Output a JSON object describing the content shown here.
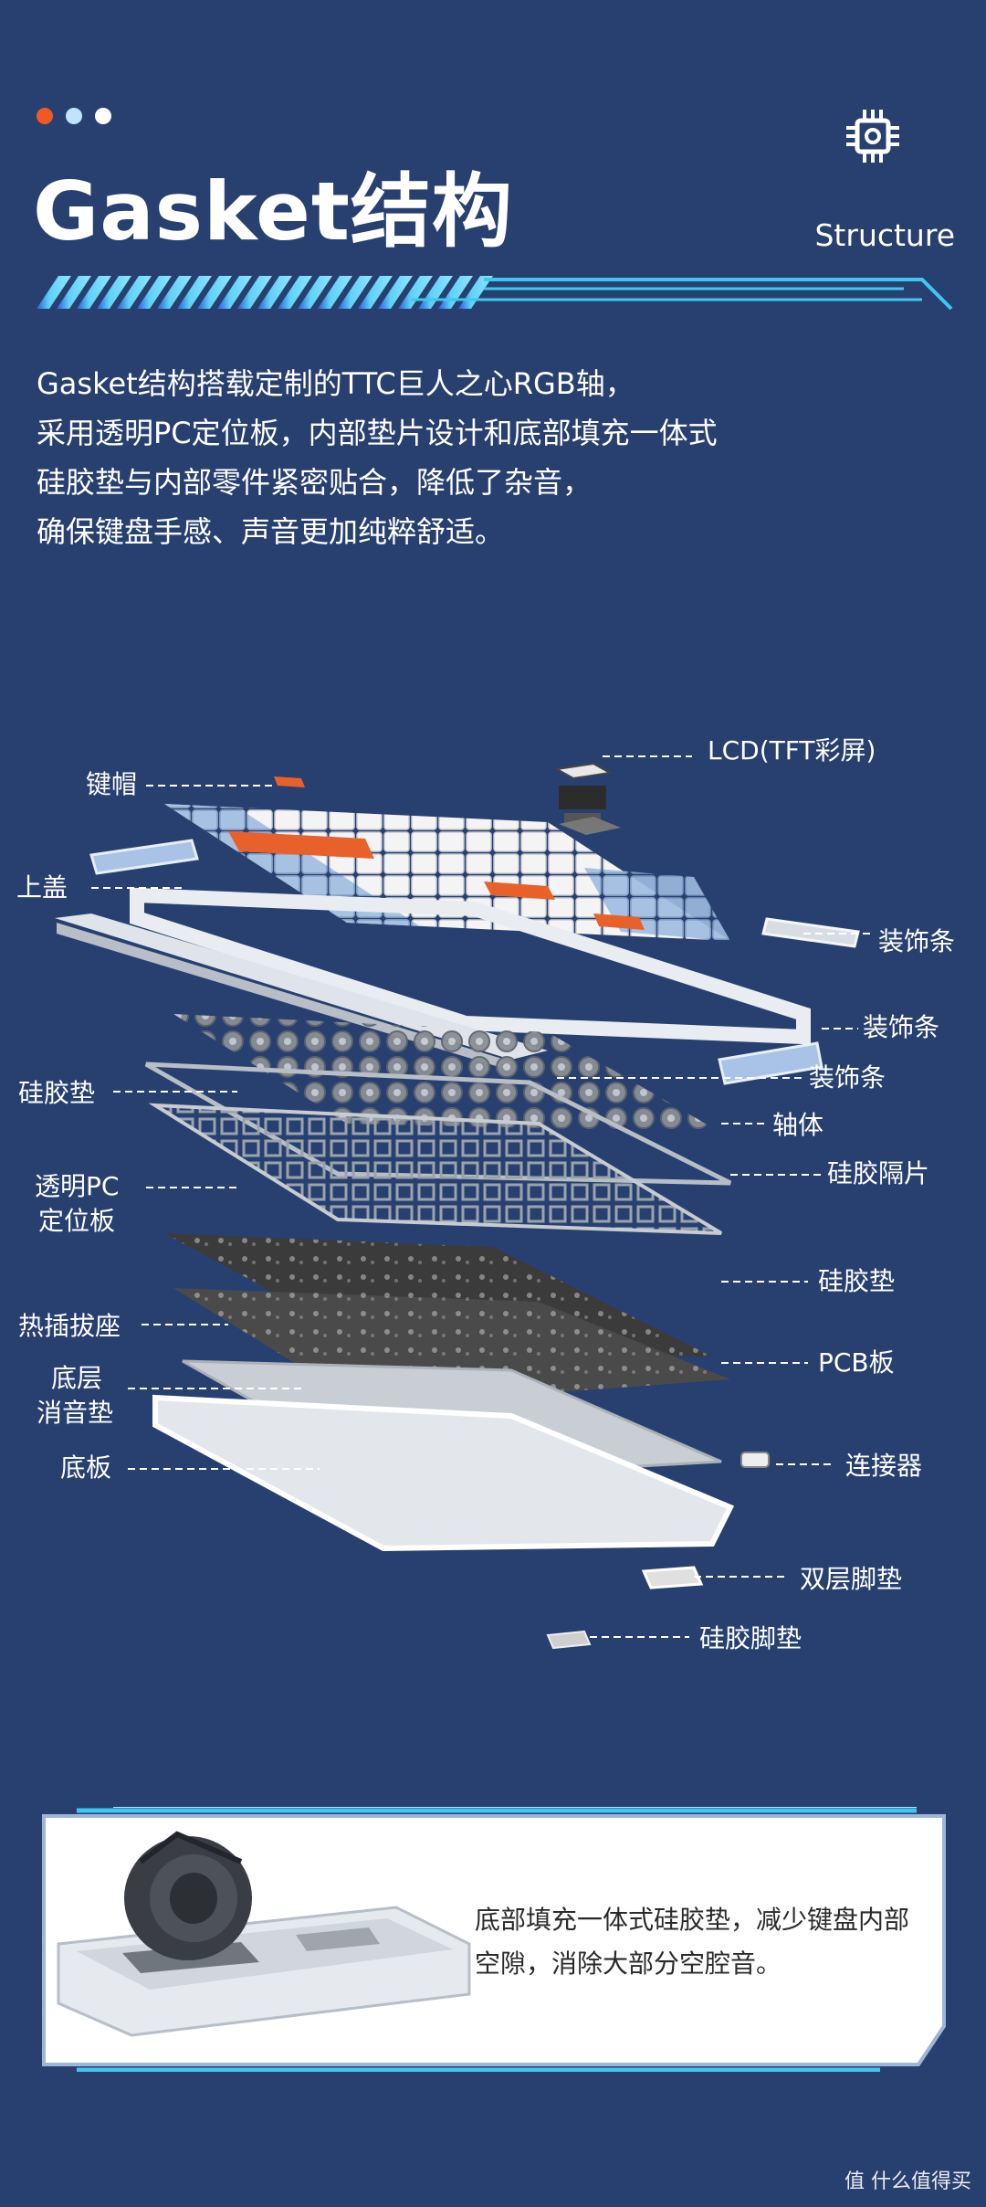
{
  "header": {
    "title": "Gasket结构",
    "subtitle_en": "Structure",
    "dot_colors": [
      "#ef5a24",
      "#bfe4fb",
      "#ffffff"
    ],
    "icon": "chip-icon"
  },
  "intro": {
    "lines": [
      "Gasket结构搭载定制的TTC巨人之心RGB轴，",
      "采用透明PC定位板，内部垫片设计和底部填充一体式",
      "硅胶垫与内部零件紧密贴合，降低了杂音，",
      "确保键盘手感、声音更加纯粹舒适。"
    ]
  },
  "diagram": {
    "labels": {
      "lcd": "LCD(TFT彩屏)",
      "keycap": "键帽",
      "top_cover": "上盖",
      "trim_1": "装饰条",
      "trim_2": "装饰条",
      "trim_3": "装饰条",
      "silicone_pad_1": "硅胶垫",
      "switch": "轴体",
      "pc_plate_1": "透明PC",
      "pc_plate_2": "定位板",
      "silicone_spacer": "硅胶隔片",
      "silicone_pad_2": "硅胶垫",
      "hotswap": "热插拔座",
      "bottom_foam_1": "底层",
      "bottom_foam_2": "消音垫",
      "pcb": "PCB板",
      "base": "底板",
      "connector": "连接器",
      "double_feet": "双层脚垫",
      "silicone_feet": "硅胶脚垫"
    }
  },
  "panel": {
    "lines": [
      "底部填充一体式硅胶垫，减少键盘内部",
      "空隙，消除大部分空腔音。"
    ]
  },
  "watermark": "值 什么值得买"
}
